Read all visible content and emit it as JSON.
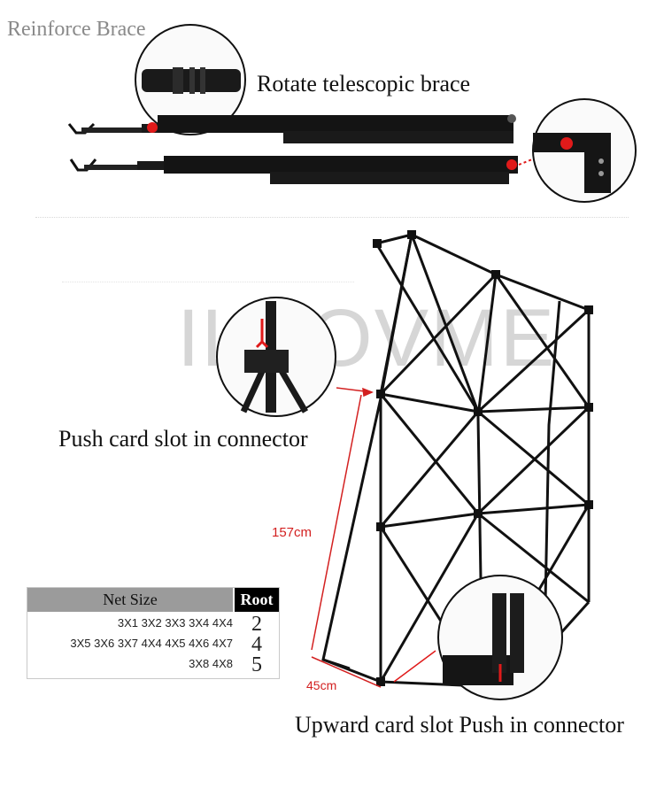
{
  "labels": {
    "reinforce_brace": "Reinforce Brace",
    "rotate_telescopic_brace": "Rotate telescopic brace",
    "push_card_slot": "Push card slot in connector",
    "upward_card_slot": "Upward card slot Push in connector",
    "height_dimension": "157cm",
    "width_dimension": "45cm"
  },
  "watermark": "ILHOVME",
  "table": {
    "net_size_header": "Net Size",
    "root_header": "Root",
    "rows": [
      {
        "sizes": "3X1 3X2 3X3 3X4 4X4",
        "root": "2"
      },
      {
        "sizes": "3X5 3X6 3X7  4X4  4X5 4X6 4X7",
        "root": "4"
      },
      {
        "sizes": "3X8 4X8",
        "root": "5"
      }
    ]
  },
  "colors": {
    "accent_red": "#d32020",
    "frame_black": "#111111",
    "title_gray": "#8a8a8a"
  }
}
